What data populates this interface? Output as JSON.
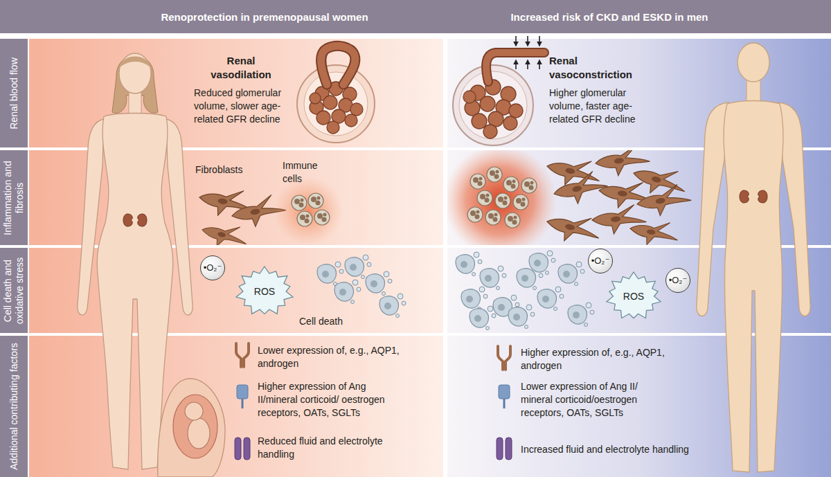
{
  "diagram": {
    "nodes": [
      {
        "text": [
          "Renoprotection in premenopausal women"
        ]
      },
      {
        "text": [
          "Increased risk of CKD and ESKD in men"
        ]
      },
      {
        "text": [
          "Renal blood flow"
        ]
      },
      {
        "text": [
          "Renal vasodilation",
          "Reduced glomerular volume, slower age-related GFR decline"
        ]
      },
      {
        "text": [
          "Renal vasoconstriction",
          "Higher glomerular volume, faster age-related GFR decline"
        ]
      },
      {
        "text": [
          "Inflammation and fibrosis"
        ]
      },
      {
        "text": [
          "Fibroblasts",
          "Immune cells"
        ]
      },
      {
        "text": [
          "Cell death and oxidative stress"
        ]
      },
      {
        "text": [
          "Cell death"
        ]
      },
      {
        "text": [
          "•O₂⁻"
        ],
        "in": 8
      },
      {
        "text": [
          "ROS"
        ],
        "in": 8
      },
      {
        "text": [
          "ROS"
        ]
      },
      {
        "text": [
          "•O₂⁻"
        ]
      },
      {
        "text": [
          "•O₂⁻"
        ]
      },
      {
        "text": [
          "Additional contributing factors"
        ]
      },
      {
        "text": [
          "Lower expression of, e.g., AQP1, androgen",
          "Higher expression of Ang II/mineral corticoid/ oestrogen receptors, OATs, SGLTs",
          "Reduced fluid and electrolyte handling"
        ]
      },
      {
        "text": [
          "Higher expression of, e.g., AQP1, androgen",
          "Lower expression of Ang II/ mineral corticoid/oestrogen receptors, OATs, SGLTs",
          "Increased fluid and electrolyte handling"
        ]
      }
    ]
  }
}
